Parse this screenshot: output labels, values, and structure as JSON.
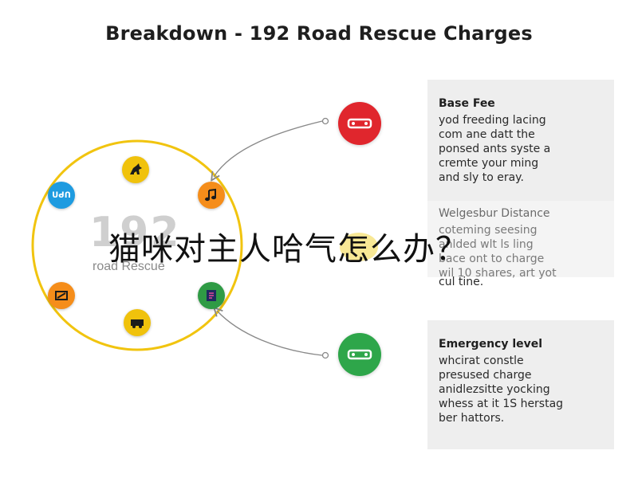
{
  "title": "Breakdown - 192 Road Rescue Charges",
  "center": {
    "number": "192",
    "label": "road Rescue"
  },
  "overlay_text": "猫咪对主人哈气怎么办？",
  "colors": {
    "ring": "#f1c40f",
    "top_icon": "#e0262d",
    "bottom_icon": "#2ea64a",
    "node_yellow": "#f0c20c",
    "node_orange": "#f58d1a",
    "node_blue": "#1e9be0",
    "node_green": "#2f9b45",
    "card_bg": "#eeeeee"
  },
  "ring_nodes": [
    {
      "icon": "animal-icon",
      "color": "#f0c20c"
    },
    {
      "icon": "music-note-icon",
      "color": "#f58d1a"
    },
    {
      "icon": "text-badge-icon",
      "color": "#1e9be0",
      "text": "ᑌᑯᑎ"
    },
    {
      "icon": "flag-icon",
      "color": "#f58d1a"
    },
    {
      "icon": "truck-icon",
      "color": "#f0c20c"
    },
    {
      "icon": "document-icon",
      "color": "#2f9b45"
    }
  ],
  "top_icon": {
    "icon": "tow-vehicle-icon",
    "color": "#e0262d"
  },
  "bottom_icon": {
    "icon": "tow-vehicle-icon",
    "color": "#2ea64a"
  },
  "cards": [
    {
      "title": "Base Fee",
      "lines": [
        "yod freeding lacing",
        "com ane datt the",
        "ponsed ants syste a",
        "cremte your ming",
        "and sly to eray."
      ]
    },
    {
      "title": "Welgesbur Distance",
      "lines": [
        "coteming seesing",
        "anlded wlt ls ling",
        "bace ont to charge",
        "wil 10 shares, art yot"
      ],
      "tail": "cul tine."
    },
    {
      "title": "Emergency level",
      "lines": [
        "whcirat constle",
        "presused charge",
        "anidlezsitte yocking",
        "whess at it 1S herstag",
        "ber hattors."
      ]
    }
  ]
}
